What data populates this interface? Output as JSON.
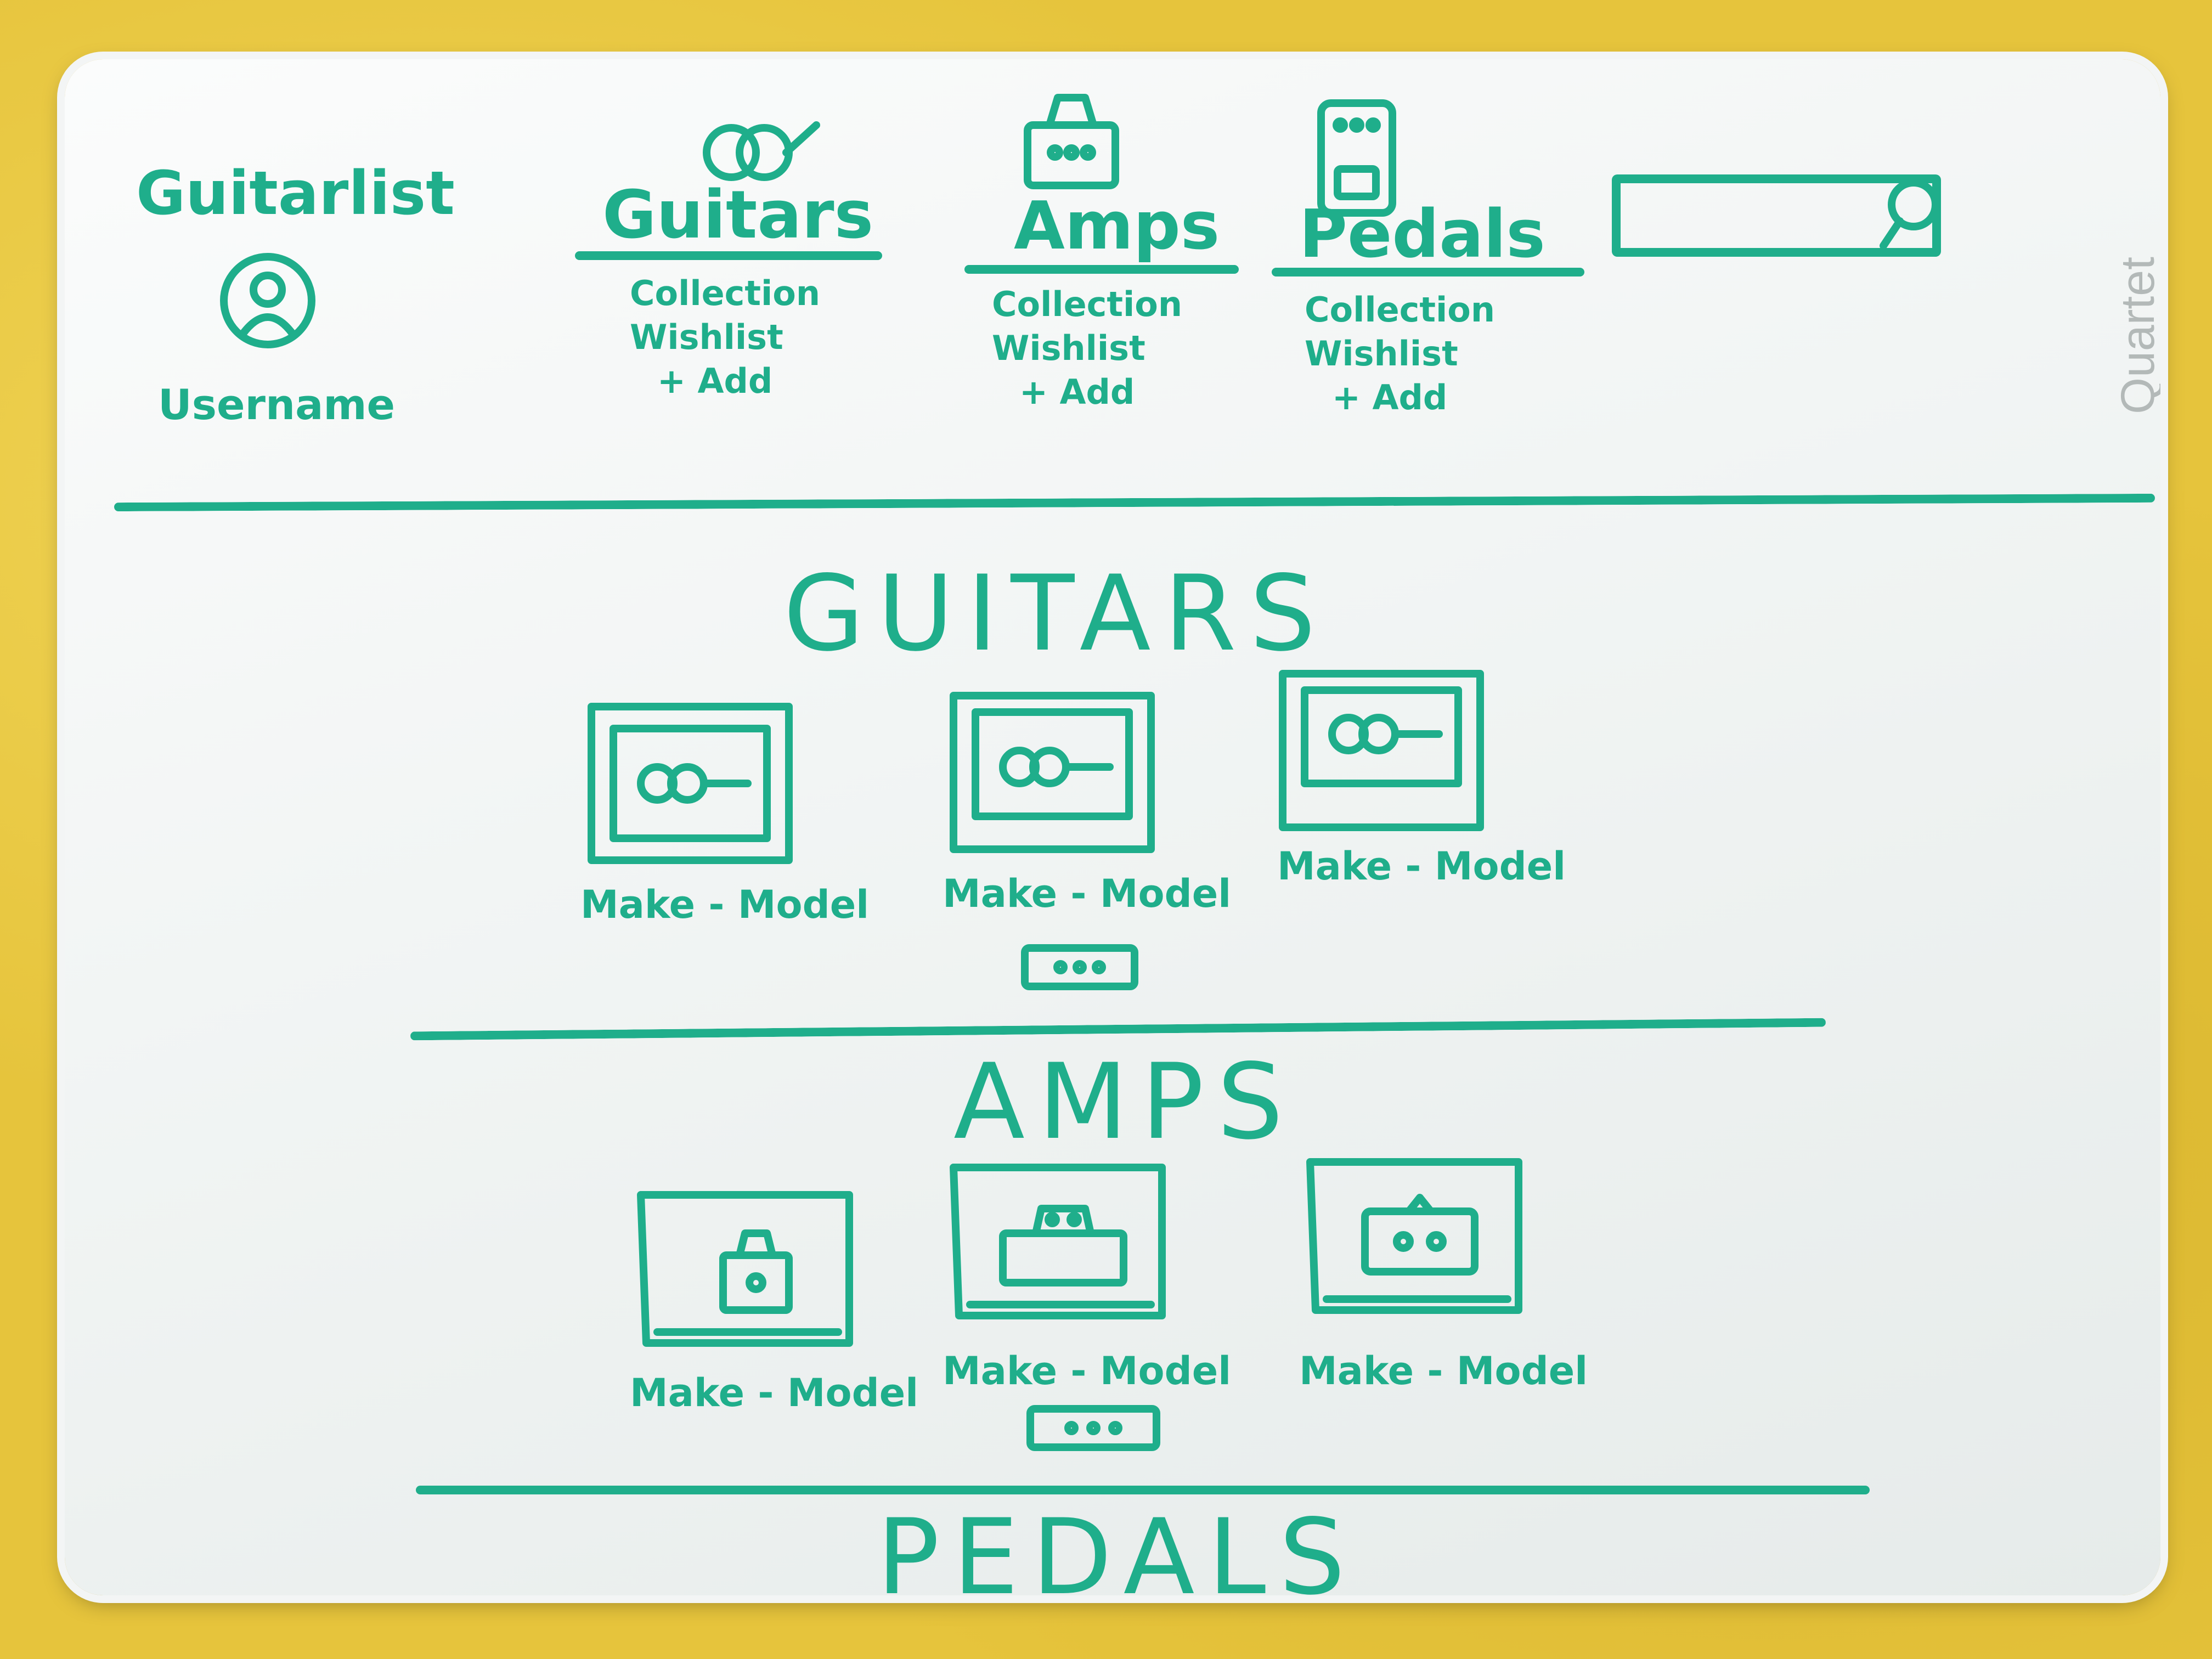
{
  "header": {
    "app_title": "Guitarlist",
    "username": "Username",
    "nav": [
      {
        "label": "Guitars",
        "icon": "guitar-icon",
        "items": [
          "Collection",
          "Wishlist",
          "+ Add"
        ]
      },
      {
        "label": "Amps",
        "icon": "amp-icon",
        "items": [
          "Collection",
          "Wishlist",
          "+ Add"
        ]
      },
      {
        "label": "Pedals",
        "icon": "pedal-icon",
        "items": [
          "Collection",
          "Wishlist",
          "+ Add"
        ]
      }
    ],
    "search": {
      "icon": "search-icon"
    }
  },
  "sections": [
    {
      "title": "GUITARS",
      "cards": [
        {
          "caption": "Make - Model",
          "icon": "guitar-icon"
        },
        {
          "caption": "Make - Model",
          "icon": "guitar-icon"
        },
        {
          "caption": "Make - Model",
          "icon": "guitar-icon"
        }
      ],
      "more_button": {
        "icon": "more-dots-icon"
      }
    },
    {
      "title": "AMPS",
      "cards": [
        {
          "caption": "Make - Model",
          "icon": "amp-icon"
        },
        {
          "caption": "Make - Model",
          "icon": "amp-icon"
        },
        {
          "caption": "Make - Model",
          "icon": "amp-icon"
        }
      ],
      "more_button": {
        "icon": "more-dots-icon"
      }
    },
    {
      "title": "PEDALS",
      "cards": []
    }
  ],
  "board_brand": "Quartet",
  "colors": {
    "ink": "#1fae8b",
    "board": "#f4f6f6",
    "background": "#e6c43c"
  }
}
